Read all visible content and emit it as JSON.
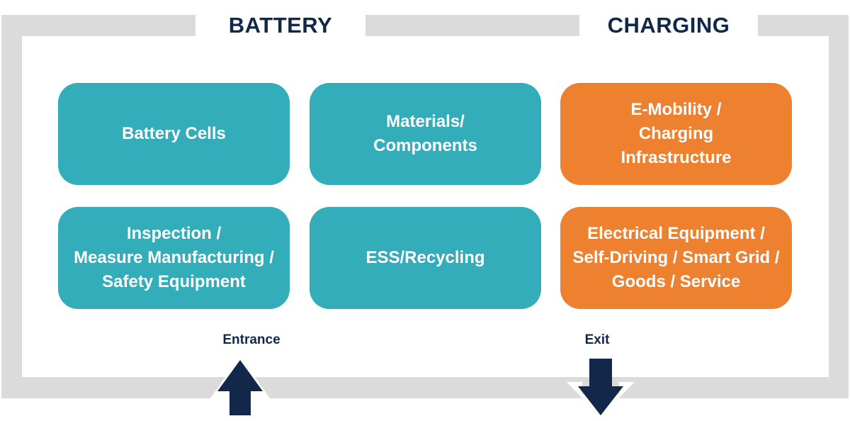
{
  "sections": {
    "battery": "BATTERY",
    "charging": "CHARGING"
  },
  "boxes": [
    {
      "label": "Battery Cells",
      "group": "battery"
    },
    {
      "label": "Materials/\nComponents",
      "group": "battery"
    },
    {
      "label": "E-Mobility /\nCharging\nInfrastructure",
      "group": "charging"
    },
    {
      "label": "Inspection /\nMeasure Manufacturing /\nSafety Equipment",
      "group": "battery"
    },
    {
      "label": "ESS/Recycling",
      "group": "battery"
    },
    {
      "label": "Electrical Equipment /\nSelf-Driving / Smart Grid /\nGoods / Service",
      "group": "charging"
    }
  ],
  "doors": {
    "entrance": {
      "label": "Entrance",
      "icon": "arrow-up-icon"
    },
    "exit": {
      "label": "Exit",
      "icon": "arrow-down-icon"
    }
  },
  "colors": {
    "battery_zone": "#33adb9",
    "charging_zone": "#ee8130",
    "frame": "#dbdbdb",
    "title_text": "#12284a",
    "arrow": "#12284a"
  }
}
